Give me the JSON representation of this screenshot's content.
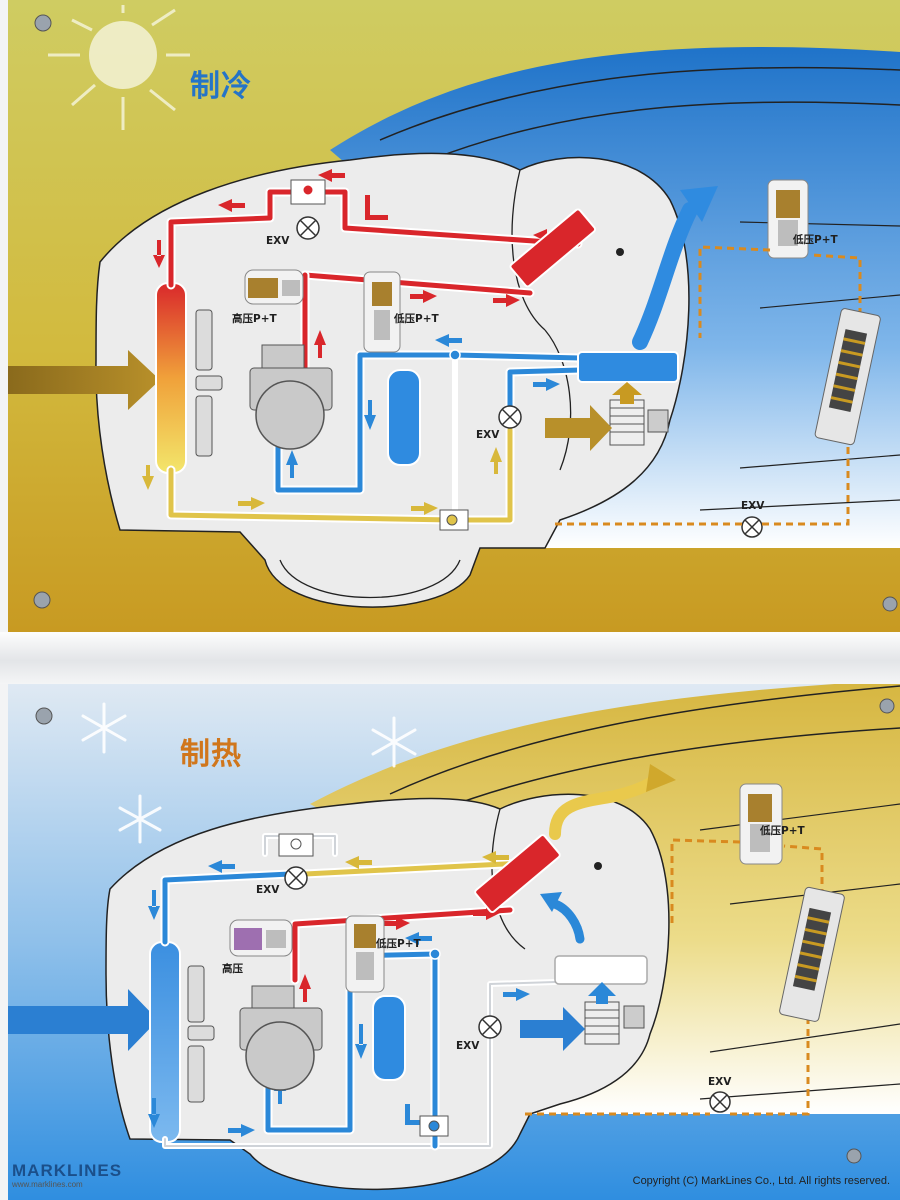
{
  "cooling": {
    "title": "制冷",
    "exv_main": "EXV",
    "exv_chiller": "EXV",
    "exv_battery": "EXV",
    "sensor_left": "高压P+T",
    "sensor_mid": "低压P+T",
    "sensor_battery": "低压P+T"
  },
  "heating": {
    "title": "制热",
    "exv_main": "EXV",
    "exv_chiller": "EXV",
    "exv_battery": "EXV",
    "sensor_left": "高压",
    "sensor_mid": "低压P+T",
    "sensor_battery": "低压P+T"
  },
  "footer": {
    "brand": "MARKLINES",
    "url": "www.marklines.com",
    "copyright": "Copyright (C) MarkLines Co., Ltd. All rights reserved."
  },
  "colors": {
    "refrigerant_hot": "#d9262b",
    "refrigerant_cold": "#2b88d8",
    "refrigerant_warm": "#e0c44a",
    "ambient_air": "#b8902a",
    "coolant_loop": "#d98a1f",
    "cooling_background": "#c9c65a",
    "heating_background": "#2f8ee0"
  },
  "icons": [
    "sun-icon",
    "snowflake-icon",
    "expansion-valve-icon",
    "compressor-icon",
    "fan-icon",
    "accumulator-icon",
    "chiller-icon",
    "battery-pack-icon",
    "pressure-temperature-sensor-icon"
  ]
}
